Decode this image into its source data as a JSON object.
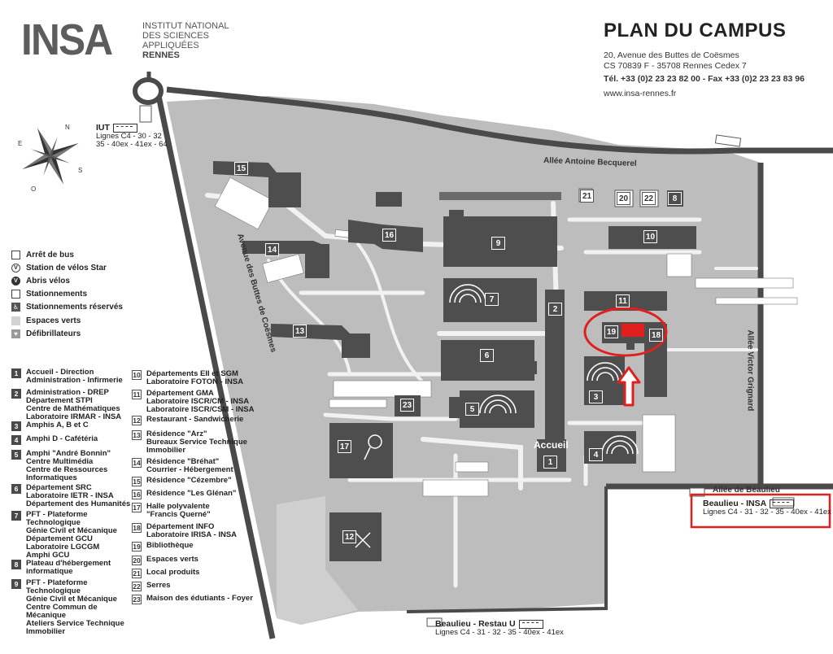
{
  "header": {
    "logo_text": "INSA",
    "logo_lines": [
      "INSTITUT NATIONAL",
      "DES SCIENCES",
      "APPLIQUÉES",
      "RENNES"
    ],
    "title": "PLAN DU CAMPUS",
    "address_lines": [
      "20, Avenue des Buttes de Coësmes",
      "CS 70839 F - 35708 Rennes Cedex 7"
    ],
    "phone": "Tél. +33 (0)2 23 23 82 00 - Fax +33 (0)2 23 23 83 96",
    "website": "www.insa-rennes.fr"
  },
  "legend_symbols": [
    {
      "icon": "bus-stop-icon",
      "label": "Arrêt de bus"
    },
    {
      "icon": "bike-station-icon",
      "label": "Station de vélos Star"
    },
    {
      "icon": "bike-shelter-icon",
      "label": "Abris vélos"
    },
    {
      "icon": "parking-icon",
      "label": "Stationnements"
    },
    {
      "icon": "accessible-parking-icon",
      "label": "Stationnements réservés"
    },
    {
      "icon": "green-space-icon",
      "label": "Espaces verts"
    },
    {
      "icon": "defibrillator-icon",
      "label": "Défibrillateurs"
    }
  ],
  "legend_buildings_left": [
    {
      "num": "1",
      "lines": [
        "Accueil - Direction",
        "Administration - Infirmerie"
      ]
    },
    {
      "num": "2",
      "lines": [
        "Administration - DREP",
        "Département STPI",
        "Centre de Mathématiques",
        "Laboratoire IRMAR - INSA"
      ]
    },
    {
      "num": "3",
      "lines": [
        "Amphis A, B et C"
      ]
    },
    {
      "num": "4",
      "lines": [
        "Amphi D - Cafétéria"
      ]
    },
    {
      "num": "5",
      "lines": [
        "Amphi \"André Bonnin\"",
        "Centre Multimédia",
        "Centre de Ressources",
        "Informatiques"
      ]
    },
    {
      "num": "6",
      "lines": [
        "Département SRC",
        "Laboratoire IETR - INSA",
        "Département des Humanités"
      ]
    },
    {
      "num": "7",
      "lines": [
        "PFT - Plateforme",
        "Technologique",
        "Génie Civil et Mécanique",
        "Département GCU",
        "Laboratoire LGCGM",
        "Amphi GCU"
      ]
    },
    {
      "num": "8",
      "lines": [
        "Plateau d'hébergement",
        "informatique"
      ]
    },
    {
      "num": "9",
      "lines": [
        "PFT - Plateforme",
        "Technologique",
        "Génie Civil et Mécanique",
        "Centre Commun de",
        "Mécanique",
        "Ateliers Service Technique",
        "Immobilier"
      ]
    }
  ],
  "legend_buildings_right": [
    {
      "num": "10",
      "lines": [
        "Départements EII et SGM",
        "Laboratoire FOTON - INSA"
      ]
    },
    {
      "num": "11",
      "lines": [
        "Département GMA",
        "Laboratoire ISCR/CM - INSA",
        "Laboratoire ISCR/CSM - INSA"
      ]
    },
    {
      "num": "12",
      "lines": [
        "Restaurant - Sandwicherie"
      ]
    },
    {
      "num": "13",
      "lines": [
        "Résidence \"Arz\"",
        "Bureaux Service Technique",
        "Immobilier"
      ]
    },
    {
      "num": "14",
      "lines": [
        "Résidence \"Bréhat\"",
        "Courrier - Hébergement"
      ]
    },
    {
      "num": "15",
      "lines": [
        "Résidence \"Cézembre\""
      ]
    },
    {
      "num": "16",
      "lines": [
        "Résidence \"Les Glénan\""
      ]
    },
    {
      "num": "17",
      "lines": [
        "Halle polyvalente",
        "\"Francis Querné\""
      ]
    },
    {
      "num": "18",
      "lines": [
        "Département INFO",
        "Laboratoire IRISA - INSA"
      ]
    },
    {
      "num": "19",
      "lines": [
        "Bibliothèque"
      ]
    },
    {
      "num": "20",
      "lines": [
        "Espaces verts"
      ]
    },
    {
      "num": "21",
      "lines": [
        "Local produits"
      ]
    },
    {
      "num": "22",
      "lines": [
        "Serres"
      ]
    },
    {
      "num": "23",
      "lines": [
        "Maison des édutiants - Foyer"
      ]
    }
  ],
  "streets": {
    "becquerel": "Allée Antoine Becquerel",
    "buttes": "Avenue des Buttes de Coësmes",
    "grignard": "Allée Victor Grignard",
    "beaulieu": "Allée de Beaulieu"
  },
  "bus_stops": {
    "iut": {
      "name": "IUT",
      "lines": [
        "Lignes C4 - 30 - 32",
        "35 - 40ex - 41ex - 64"
      ]
    },
    "beaulieu_insa": {
      "name": "Beaulieu - INSA",
      "lines": [
        "Lignes C4 - 31 - 32 - 35 - 40ex - 41ex"
      ]
    },
    "restau_u": {
      "name": "Beaulieu - Restau U",
      "lines": [
        "Lignes C4 - 31 - 32 - 35 - 40ex - 41ex"
      ]
    }
  },
  "accueil_label": "Accueil",
  "compass": {
    "n": "N",
    "e": "E",
    "s": "S",
    "o": "O"
  },
  "map_buildings": [
    "1",
    "2",
    "3",
    "4",
    "5",
    "6",
    "7",
    "8",
    "9",
    "10",
    "11",
    "12",
    "13",
    "14",
    "15",
    "16",
    "17",
    "18",
    "19",
    "20",
    "21",
    "22",
    "23"
  ],
  "highlight_color": "#e0201f",
  "campus_color": "#bdbdbd",
  "building_color": "#4e4e4e",
  "road_color": "#4a4a4a"
}
